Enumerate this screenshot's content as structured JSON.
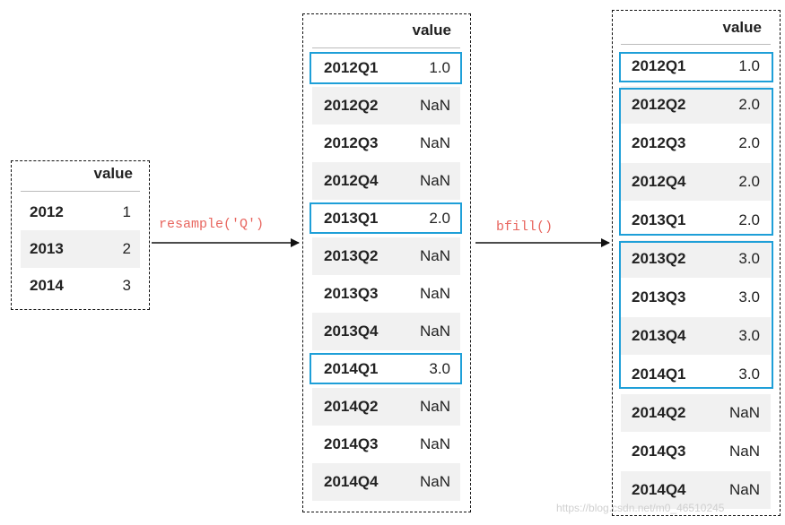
{
  "col_header": "value",
  "operations": {
    "resample": "resample('Q')",
    "bfill": "bfill()"
  },
  "table1": [
    {
      "index": "2012",
      "value": "1"
    },
    {
      "index": "2013",
      "value": "2"
    },
    {
      "index": "2014",
      "value": "3"
    }
  ],
  "table2": [
    {
      "index": "2012Q1",
      "value": "1.0"
    },
    {
      "index": "2012Q2",
      "value": "NaN"
    },
    {
      "index": "2012Q3",
      "value": "NaN"
    },
    {
      "index": "2012Q4",
      "value": "NaN"
    },
    {
      "index": "2013Q1",
      "value": "2.0"
    },
    {
      "index": "2013Q2",
      "value": "NaN"
    },
    {
      "index": "2013Q3",
      "value": "NaN"
    },
    {
      "index": "2013Q4",
      "value": "NaN"
    },
    {
      "index": "2014Q1",
      "value": "3.0"
    },
    {
      "index": "2014Q2",
      "value": "NaN"
    },
    {
      "index": "2014Q3",
      "value": "NaN"
    },
    {
      "index": "2014Q4",
      "value": "NaN"
    }
  ],
  "table3": [
    {
      "index": "2012Q1",
      "value": "1.0"
    },
    {
      "index": "2012Q2",
      "value": "2.0"
    },
    {
      "index": "2012Q3",
      "value": "2.0"
    },
    {
      "index": "2012Q4",
      "value": "2.0"
    },
    {
      "index": "2013Q1",
      "value": "2.0"
    },
    {
      "index": "2013Q2",
      "value": "3.0"
    },
    {
      "index": "2013Q3",
      "value": "3.0"
    },
    {
      "index": "2013Q4",
      "value": "3.0"
    },
    {
      "index": "2014Q1",
      "value": "3.0"
    },
    {
      "index": "2014Q2",
      "value": "NaN"
    },
    {
      "index": "2014Q3",
      "value": "NaN"
    },
    {
      "index": "2014Q4",
      "value": "NaN"
    }
  ],
  "highlight_colors": {
    "box": "#1e9fd8",
    "operation_text": "#e8665f"
  },
  "watermark": "https://blog.csdn.net/m0_46510245"
}
